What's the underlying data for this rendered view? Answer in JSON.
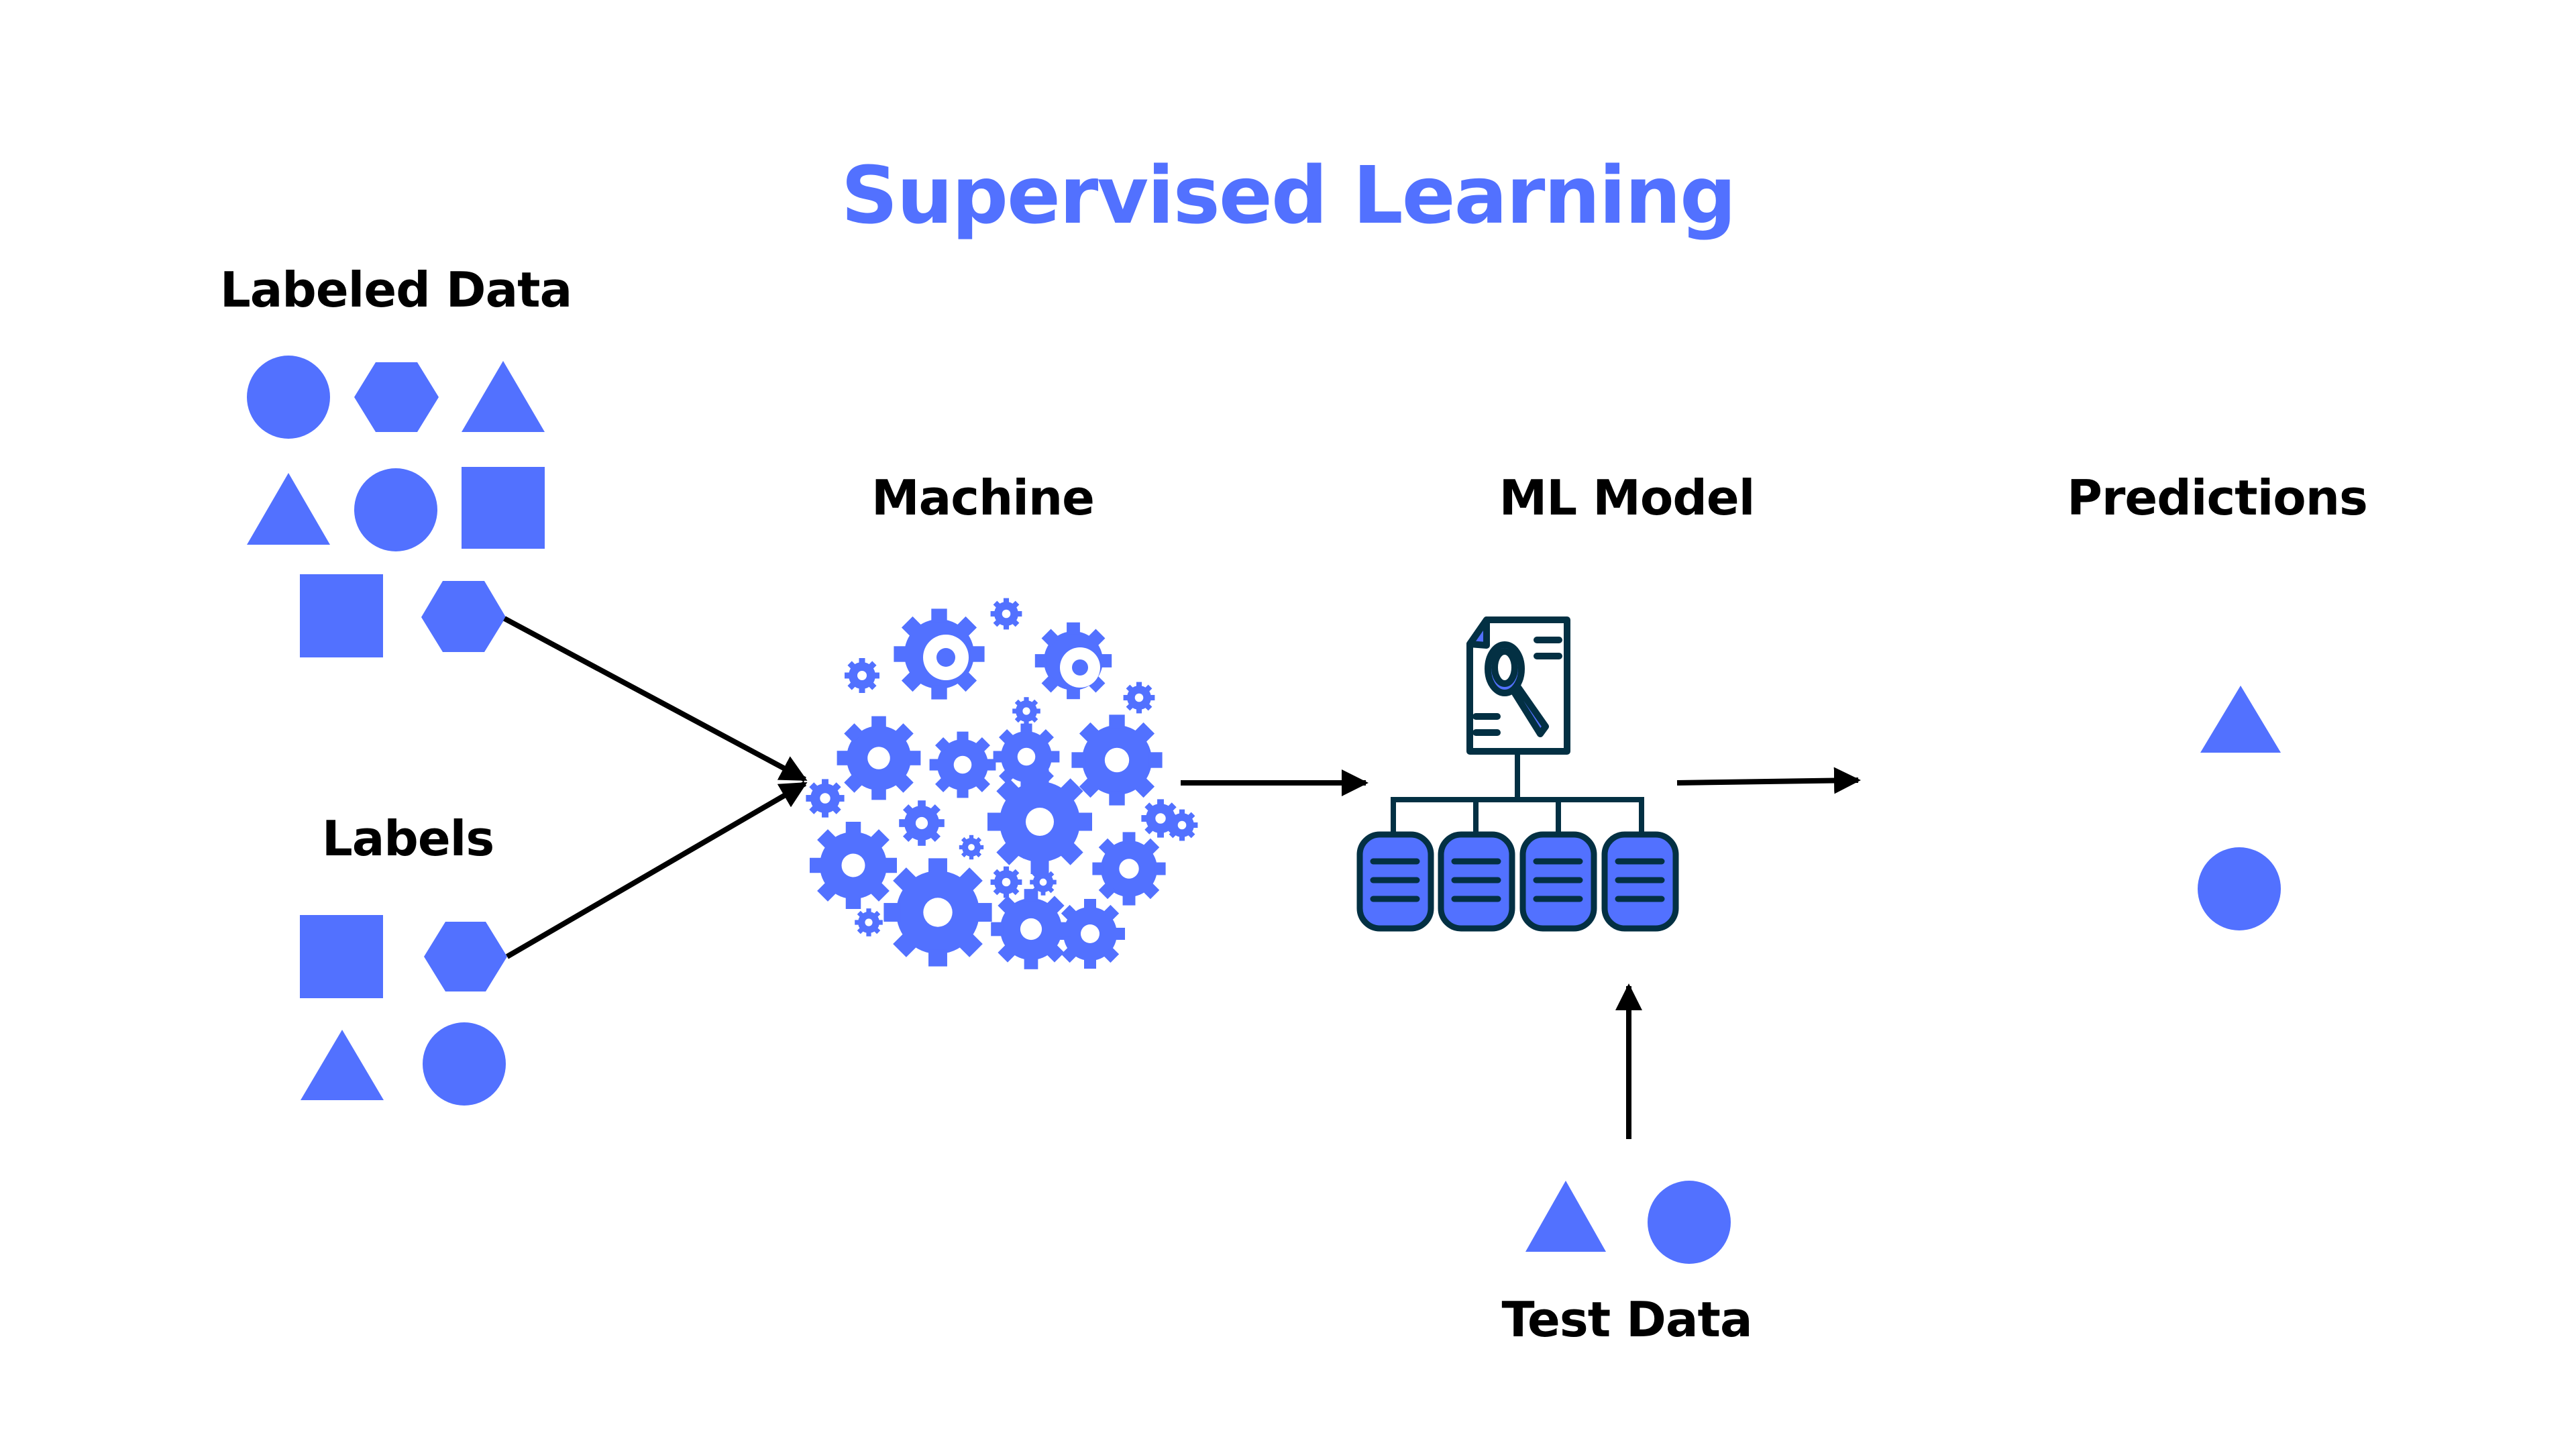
{
  "title": "Supervised Learning",
  "colors": {
    "accent": "#5271ff",
    "dark_outline": "#033043",
    "arrow": "#000000",
    "background": "#ffffff"
  },
  "sections": {
    "labeled_data": {
      "label": "Labeled Data",
      "shapes": [
        "circle",
        "hexagon",
        "triangle",
        "triangle",
        "circle",
        "square",
        "square",
        "hexagon"
      ]
    },
    "labels": {
      "label": "Labels",
      "shapes": [
        "square",
        "hexagon",
        "triangle",
        "circle"
      ]
    },
    "machine": {
      "label": "Machine",
      "icon": "gears-cluster-icon"
    },
    "ml_model": {
      "label": "ML Model",
      "icon": "document-magnifier-icon",
      "nodes": [
        "database-node",
        "database-node",
        "database-node",
        "database-node"
      ]
    },
    "predictions": {
      "label": "Predictions",
      "shapes": [
        "triangle",
        "circle"
      ]
    },
    "test_data": {
      "label": "Test Data",
      "shapes": [
        "triangle",
        "circle"
      ]
    }
  },
  "arrows": [
    {
      "from": "labeled_data",
      "to": "machine"
    },
    {
      "from": "labels",
      "to": "machine"
    },
    {
      "from": "machine",
      "to": "ml_model"
    },
    {
      "from": "ml_model",
      "to": "predictions"
    },
    {
      "from": "test_data",
      "to": "ml_model"
    }
  ]
}
